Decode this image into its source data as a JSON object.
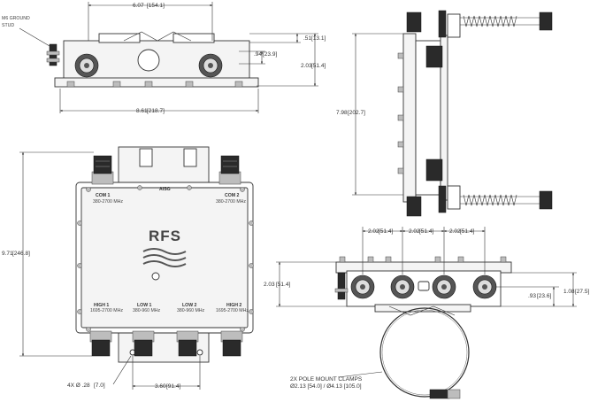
{
  "top_view": {
    "dim_width": "6.07",
    "dim_width_mm": "[154.1]",
    "dim_overall": "8.61",
    "dim_overall_mm": "[218.7]",
    "dim_a": ".51",
    "dim_a_mm": "[13.1]",
    "dim_b": ".94",
    "dim_b_mm": "[23.9]",
    "dim_c": "2.03",
    "dim_c_mm": "[51.4]",
    "ground_stud_label_1": "M6 GROUND",
    "ground_stud_label_2": "STUD"
  },
  "side_view": {
    "dim_height": "7.98",
    "dim_height_mm": "[202.7]"
  },
  "front_view": {
    "dim_height": "9.71",
    "dim_height_mm": "[246.8]",
    "dim_holes": "4X  Ø .28",
    "dim_holes_mm": "[7.0]",
    "dim_spacing": "3.60",
    "dim_spacing_mm": "[91.4]",
    "brand": "RFS",
    "port_com1": "COM 1",
    "port_com1_freq": "380-2700 MHz",
    "port_com2": "COM 2",
    "port_com2_freq": "380-2700 MHz",
    "port_aisg": "AISG",
    "port_high1": "HIGH 1",
    "port_high1_freq": "1695-2700 MHz",
    "port_low1": "LOW 1",
    "port_low1_freq": "380-960 MHz",
    "port_low2": "LOW 2",
    "port_low2_freq": "380-960 MHz",
    "port_high2": "HIGH 2",
    "port_high2_freq": "1695-2700 MHz"
  },
  "bottom_view": {
    "spacing_1": "2.02",
    "spacing_1_mm": "[51.4]",
    "spacing_2": "2.02",
    "spacing_2_mm": "[51.4]",
    "spacing_3": "2.02",
    "spacing_3_mm": "[51.4]",
    "dim_height": "2.03",
    "dim_height_mm": "[51.4]",
    "dim_a": ".93",
    "dim_a_mm": "[23.6]",
    "dim_b": "1.08",
    "dim_b_mm": "[27.5]",
    "clamp_label": "2X POLE MOUNT CLAMPS",
    "clamp_range": "Ø2.13 [54.0] / Ø4.13 [105.0]"
  }
}
